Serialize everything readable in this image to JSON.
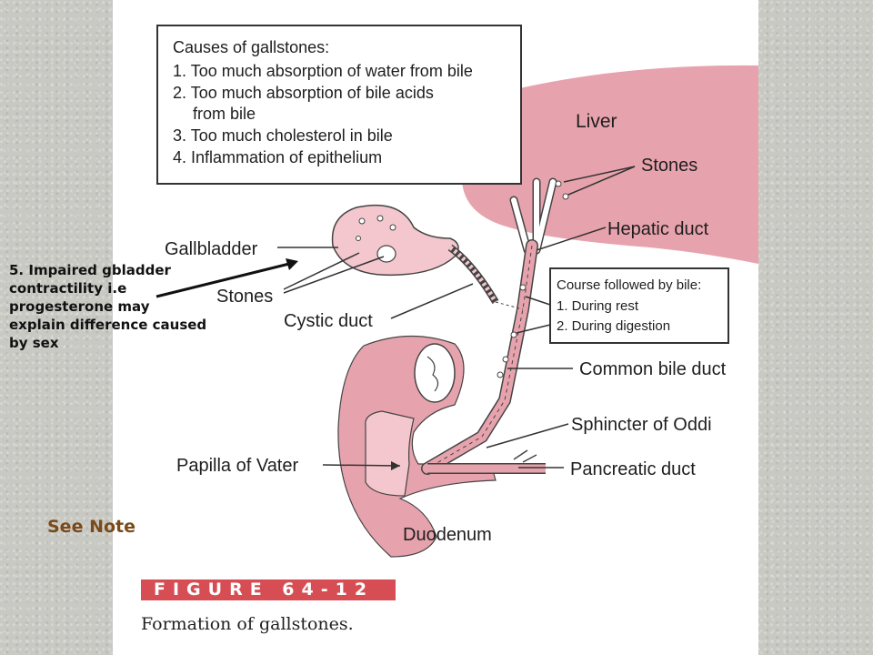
{
  "causes_box": {
    "title": "Causes of gallstones:",
    "items": [
      "1. Too much absorption of water from bile",
      "2. Too much absorption of bile acids",
      "from bile",
      "3. Too much cholesterol in bile",
      "4. Inflammation of epithelium"
    ]
  },
  "bile_course_box": {
    "title": "Course followed by bile:",
    "items": [
      "1. During rest",
      "2. During digestion"
    ]
  },
  "labels": {
    "liver": "Liver",
    "stones_top": "Stones",
    "hepatic_duct": "Hepatic duct",
    "gallbladder": "Gallbladder",
    "stones_left": "Stones",
    "cystic_duct": "Cystic duct",
    "common_bile_duct": "Common bile duct",
    "sphincter": "Sphincter of Oddi",
    "papilla": "Papilla of Vater",
    "pancreatic_duct": "Pancreatic duct",
    "duodenum": "Duodenum"
  },
  "note": {
    "lines": [
      "5.  Impaired gbladder",
      "contractility i.e",
      "progesterone may",
      "explain difference caused",
      "by sex"
    ],
    "see_note": "See Note"
  },
  "figure": {
    "banner": "FIGURE 64-12",
    "caption": "Formation of gallstones."
  },
  "colors": {
    "organ_pink": "#e7a3ad",
    "organ_light": "#f3c7cd",
    "banner_red": "#d64e54",
    "background": "#c9c9c4"
  }
}
